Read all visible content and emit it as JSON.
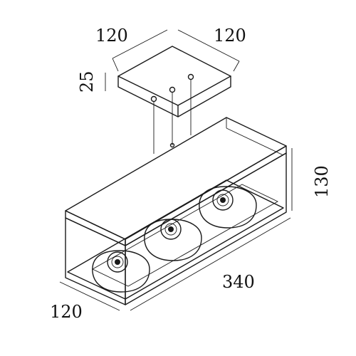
{
  "dimensions": {
    "canopy_width": "120",
    "canopy_depth": "120",
    "canopy_height": "25",
    "body_height": "130",
    "body_length": "340",
    "body_depth": "120"
  }
}
